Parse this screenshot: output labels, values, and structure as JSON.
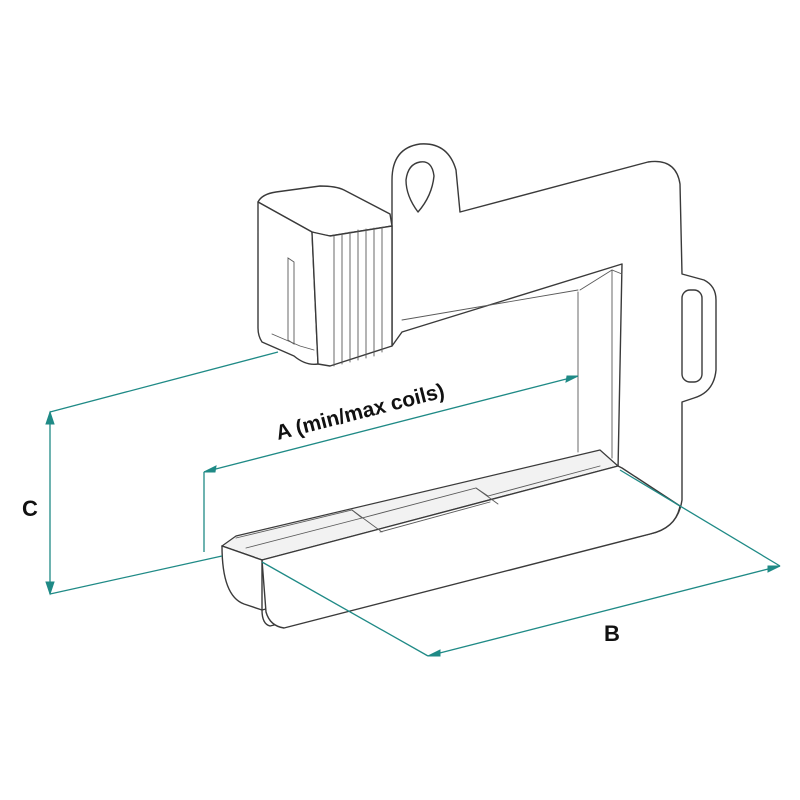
{
  "colors": {
    "dimension": "#1f8a86",
    "outline": "#3a3a3a"
  },
  "labels": {
    "a": "A (min/max coils)",
    "b": "B",
    "c": "C"
  }
}
